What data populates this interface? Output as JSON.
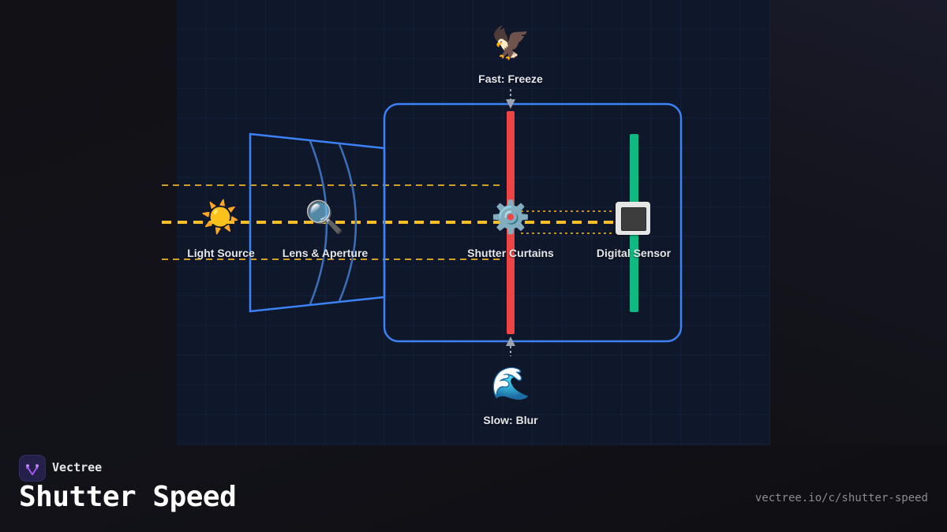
{
  "diagram": {
    "title": "Shutter Speed",
    "components": [
      {
        "id": "light-source",
        "label": "Light Source",
        "icon": "sun-icon",
        "glyph": "☀️"
      },
      {
        "id": "lens",
        "label": "Lens & Aperture",
        "icon": "magnifier-icon",
        "glyph": "🔍"
      },
      {
        "id": "shutter",
        "label": "Shutter Curtains",
        "icon": "gear-icon",
        "glyph": "⚙️"
      },
      {
        "id": "sensor",
        "label": "Digital Sensor",
        "icon": "sensor-chip-icon",
        "glyph": "🔳"
      }
    ],
    "speeds": {
      "fast": {
        "label": "Fast: Freeze",
        "icon": "eagle-icon",
        "glyph": "🦅"
      },
      "slow": {
        "label": "Slow: Blur",
        "icon": "wave-icon",
        "glyph": "🌊"
      }
    },
    "colors": {
      "light_beam": "#fbbf24",
      "camera_body": "#3b82f6",
      "shutter": "#ef4444",
      "sensor": "#10b981",
      "arrow": "#9ca3af"
    }
  },
  "footer": {
    "brand": "Vectree",
    "title": "Shutter Speed",
    "url": "vectree.io/c/shutter-speed"
  }
}
